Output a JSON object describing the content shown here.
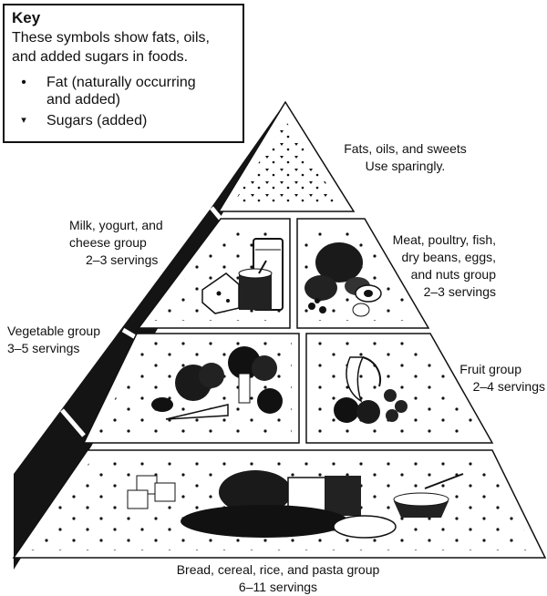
{
  "key": {
    "title": "Key",
    "description_lines": [
      "These symbols show fats, oils,",
      "and added sugars in foods."
    ],
    "items": [
      {
        "symbol": "•",
        "lines": [
          "Fat (naturally occurring",
          "and added)"
        ]
      },
      {
        "symbol": "▾",
        "lines": [
          "Sugars (added)"
        ]
      }
    ]
  },
  "groups": {
    "fats": {
      "name": "Fats, oils, and sweets",
      "servings": "Use sparingly."
    },
    "milk": {
      "name_lines": [
        "Milk, yogurt, and",
        "cheese group"
      ],
      "servings": "2–3 servings"
    },
    "meat": {
      "name_lines": [
        "Meat, poultry, fish,",
        "dry beans, eggs,",
        "and nuts group"
      ],
      "servings": "2–3 servings"
    },
    "vegetable": {
      "name": "Vegetable group",
      "servings": "3–5 servings"
    },
    "fruit": {
      "name": "Fruit group",
      "servings": "2–4 servings"
    },
    "bread": {
      "name": "Bread, cereal, rice, and pasta group",
      "servings": "6–11 servings"
    }
  },
  "colors": {
    "ink": "#111111",
    "paper": "#ffffff",
    "side": "#141414"
  }
}
